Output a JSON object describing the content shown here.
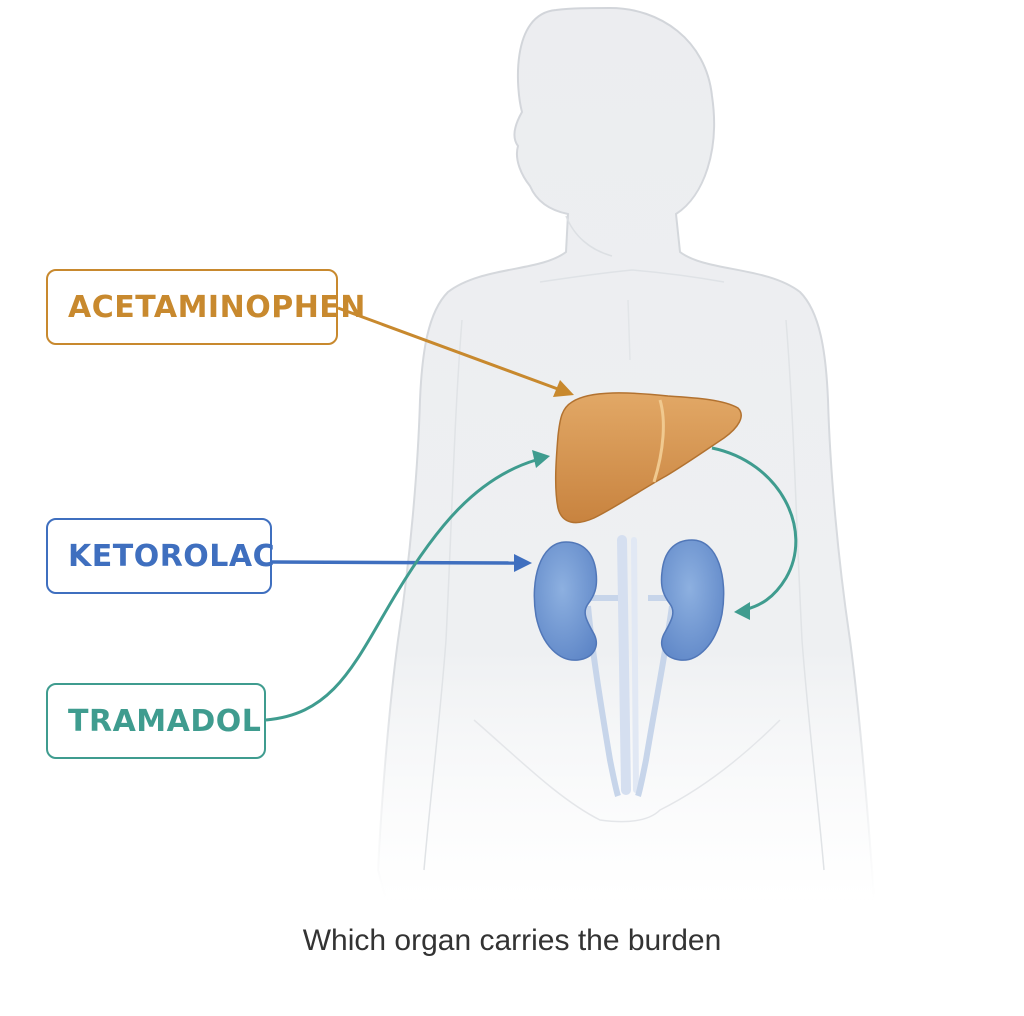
{
  "drugs": [
    {
      "name": "ACETAMINOPHEN",
      "color": "#c8892e",
      "target": "liver"
    },
    {
      "name": "KETOROLAC",
      "color": "#3f6fbf",
      "target": "kidneys"
    },
    {
      "name": "TRAMADOL",
      "color": "#3f9c8f",
      "target": "liver-then-kidneys"
    }
  ],
  "caption": "Which organ carries the burden",
  "colors": {
    "body": "#eeeff1",
    "body_outline": "#d6d9de",
    "liver": "#d99a55",
    "kidney": "#7096d1",
    "ureter": "#c7d5ea"
  }
}
